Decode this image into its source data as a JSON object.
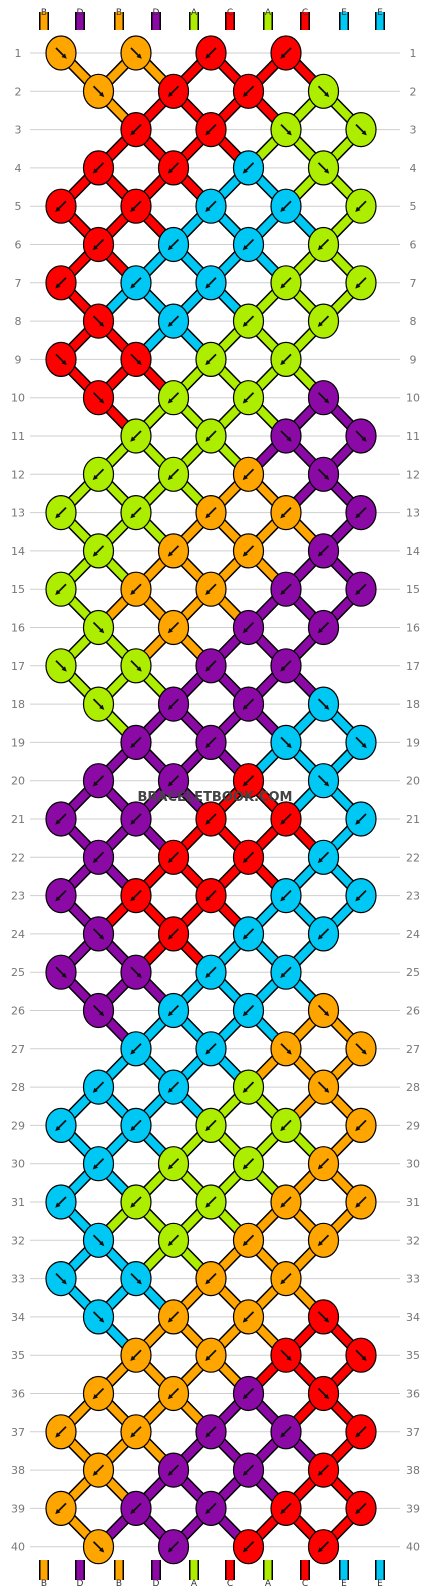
{
  "watermark": "BRACELETBOOK.COM",
  "colors": {
    "B": "#FFA500",
    "D": "#8B0AA5",
    "A": "#ADED00",
    "C": "#FF0000",
    "E": "#00C8F5"
  },
  "strands": [
    "B",
    "D",
    "B",
    "D",
    "A",
    "C",
    "A",
    "C",
    "E",
    "E"
  ],
  "row_labels": [
    "1",
    "2",
    "3",
    "4",
    "5",
    "6",
    "7",
    "8",
    "9",
    "10",
    "11",
    "12",
    "13",
    "14",
    "15",
    "16",
    "17",
    "18",
    "19",
    "20",
    "21",
    "22",
    "23",
    "24",
    "25",
    "26",
    "27",
    "28",
    "29",
    "30",
    "31",
    "32",
    "33",
    "34",
    "35",
    "36",
    "37",
    "38",
    "39",
    "40"
  ],
  "knots": [
    {
      "row": 1,
      "col": 0,
      "color": "B",
      "arrow": "se"
    },
    {
      "row": 1,
      "col": 2,
      "color": "B",
      "arrow": "se"
    },
    {
      "row": 1,
      "col": 4,
      "color": "C",
      "arrow": "sw"
    },
    {
      "row": 1,
      "col": 6,
      "color": "C",
      "arrow": "sw"
    },
    {
      "row": 2,
      "col": 1,
      "color": "B",
      "arrow": "se"
    },
    {
      "row": 2,
      "col": 3,
      "color": "C",
      "arrow": "sw"
    },
    {
      "row": 2,
      "col": 5,
      "color": "C",
      "arrow": "sw"
    },
    {
      "row": 2,
      "col": 7,
      "color": "A",
      "arrow": "se"
    },
    {
      "row": 3,
      "col": 2,
      "color": "C",
      "arrow": "sw"
    },
    {
      "row": 3,
      "col": 4,
      "color": "C",
      "arrow": "sw"
    },
    {
      "row": 3,
      "col": 6,
      "color": "A",
      "arrow": "se"
    },
    {
      "row": 3,
      "col": 8,
      "color": "A",
      "arrow": "se"
    },
    {
      "row": 4,
      "col": 1,
      "color": "C",
      "arrow": "sw"
    },
    {
      "row": 4,
      "col": 3,
      "color": "C",
      "arrow": "sw"
    },
    {
      "row": 4,
      "col": 5,
      "color": "E",
      "arrow": "sw"
    },
    {
      "row": 4,
      "col": 7,
      "color": "A",
      "arrow": "se"
    },
    {
      "row": 5,
      "col": 0,
      "color": "C",
      "arrow": "sw"
    },
    {
      "row": 5,
      "col": 2,
      "color": "C",
      "arrow": "sw"
    },
    {
      "row": 5,
      "col": 4,
      "color": "E",
      "arrow": "sw"
    },
    {
      "row": 5,
      "col": 6,
      "color": "E",
      "arrow": "sw"
    },
    {
      "row": 5,
      "col": 8,
      "color": "A",
      "arrow": "sw"
    },
    {
      "row": 6,
      "col": 1,
      "color": "C",
      "arrow": "sw"
    },
    {
      "row": 6,
      "col": 3,
      "color": "E",
      "arrow": "sw"
    },
    {
      "row": 6,
      "col": 5,
      "color": "E",
      "arrow": "sw"
    },
    {
      "row": 6,
      "col": 7,
      "color": "A",
      "arrow": "sw"
    },
    {
      "row": 7,
      "col": 0,
      "color": "C",
      "arrow": "sw"
    },
    {
      "row": 7,
      "col": 2,
      "color": "E",
      "arrow": "sw"
    },
    {
      "row": 7,
      "col": 4,
      "color": "E",
      "arrow": "sw"
    },
    {
      "row": 7,
      "col": 6,
      "color": "A",
      "arrow": "sw"
    },
    {
      "row": 7,
      "col": 8,
      "color": "A",
      "arrow": "sw"
    },
    {
      "row": 8,
      "col": 1,
      "color": "C",
      "arrow": "se"
    },
    {
      "row": 8,
      "col": 3,
      "color": "E",
      "arrow": "sw"
    },
    {
      "row": 8,
      "col": 5,
      "color": "A",
      "arrow": "sw"
    },
    {
      "row": 8,
      "col": 7,
      "color": "A",
      "arrow": "sw"
    },
    {
      "row": 9,
      "col": 0,
      "color": "C",
      "arrow": "se"
    },
    {
      "row": 9,
      "col": 2,
      "color": "C",
      "arrow": "se"
    },
    {
      "row": 9,
      "col": 4,
      "color": "A",
      "arrow": "sw"
    },
    {
      "row": 9,
      "col": 6,
      "color": "A",
      "arrow": "sw"
    },
    {
      "row": 10,
      "col": 1,
      "color": "C",
      "arrow": "se"
    },
    {
      "row": 10,
      "col": 3,
      "color": "A",
      "arrow": "sw"
    },
    {
      "row": 10,
      "col": 5,
      "color": "A",
      "arrow": "sw"
    },
    {
      "row": 10,
      "col": 7,
      "color": "D",
      "arrow": "se"
    },
    {
      "row": 11,
      "col": 2,
      "color": "A",
      "arrow": "sw"
    },
    {
      "row": 11,
      "col": 4,
      "color": "A",
      "arrow": "sw"
    },
    {
      "row": 11,
      "col": 6,
      "color": "D",
      "arrow": "se"
    },
    {
      "row": 11,
      "col": 8,
      "color": "D",
      "arrow": "se"
    },
    {
      "row": 12,
      "col": 1,
      "color": "A",
      "arrow": "sw"
    },
    {
      "row": 12,
      "col": 3,
      "color": "A",
      "arrow": "sw"
    },
    {
      "row": 12,
      "col": 5,
      "color": "B",
      "arrow": "sw"
    },
    {
      "row": 12,
      "col": 7,
      "color": "D",
      "arrow": "se"
    },
    {
      "row": 13,
      "col": 0,
      "color": "A",
      "arrow": "sw"
    },
    {
      "row": 13,
      "col": 2,
      "color": "A",
      "arrow": "sw"
    },
    {
      "row": 13,
      "col": 4,
      "color": "B",
      "arrow": "sw"
    },
    {
      "row": 13,
      "col": 6,
      "color": "B",
      "arrow": "sw"
    },
    {
      "row": 13,
      "col": 8,
      "color": "D",
      "arrow": "sw"
    },
    {
      "row": 14,
      "col": 1,
      "color": "A",
      "arrow": "sw"
    },
    {
      "row": 14,
      "col": 3,
      "color": "B",
      "arrow": "sw"
    },
    {
      "row": 14,
      "col": 5,
      "color": "B",
      "arrow": "sw"
    },
    {
      "row": 14,
      "col": 7,
      "color": "D",
      "arrow": "sw"
    },
    {
      "row": 15,
      "col": 0,
      "color": "A",
      "arrow": "sw"
    },
    {
      "row": 15,
      "col": 2,
      "color": "B",
      "arrow": "sw"
    },
    {
      "row": 15,
      "col": 4,
      "color": "B",
      "arrow": "sw"
    },
    {
      "row": 15,
      "col": 6,
      "color": "D",
      "arrow": "sw"
    },
    {
      "row": 15,
      "col": 8,
      "color": "D",
      "arrow": "sw"
    },
    {
      "row": 16,
      "col": 1,
      "color": "A",
      "arrow": "se"
    },
    {
      "row": 16,
      "col": 3,
      "color": "B",
      "arrow": "sw"
    },
    {
      "row": 16,
      "col": 5,
      "color": "D",
      "arrow": "sw"
    },
    {
      "row": 16,
      "col": 7,
      "color": "D",
      "arrow": "sw"
    },
    {
      "row": 17,
      "col": 0,
      "color": "A",
      "arrow": "se"
    },
    {
      "row": 17,
      "col": 2,
      "color": "A",
      "arrow": "se"
    },
    {
      "row": 17,
      "col": 4,
      "color": "D",
      "arrow": "sw"
    },
    {
      "row": 17,
      "col": 6,
      "color": "D",
      "arrow": "sw"
    },
    {
      "row": 18,
      "col": 1,
      "color": "A",
      "arrow": "se"
    },
    {
      "row": 18,
      "col": 3,
      "color": "D",
      "arrow": "sw"
    },
    {
      "row": 18,
      "col": 5,
      "color": "D",
      "arrow": "sw"
    },
    {
      "row": 18,
      "col": 7,
      "color": "E",
      "arrow": "se"
    },
    {
      "row": 19,
      "col": 2,
      "color": "D",
      "arrow": "sw"
    },
    {
      "row": 19,
      "col": 4,
      "color": "D",
      "arrow": "sw"
    },
    {
      "row": 19,
      "col": 6,
      "color": "E",
      "arrow": "se"
    },
    {
      "row": 19,
      "col": 8,
      "color": "E",
      "arrow": "se"
    },
    {
      "row": 20,
      "col": 1,
      "color": "D",
      "arrow": "sw"
    },
    {
      "row": 20,
      "col": 3,
      "color": "D",
      "arrow": "sw"
    },
    {
      "row": 20,
      "col": 5,
      "color": "C",
      "arrow": "sw"
    },
    {
      "row": 20,
      "col": 7,
      "color": "E",
      "arrow": "se"
    },
    {
      "row": 21,
      "col": 0,
      "color": "D",
      "arrow": "sw"
    },
    {
      "row": 21,
      "col": 2,
      "color": "D",
      "arrow": "sw"
    },
    {
      "row": 21,
      "col": 4,
      "color": "C",
      "arrow": "sw"
    },
    {
      "row": 21,
      "col": 6,
      "color": "C",
      "arrow": "sw"
    },
    {
      "row": 21,
      "col": 8,
      "color": "E",
      "arrow": "sw"
    },
    {
      "row": 22,
      "col": 1,
      "color": "D",
      "arrow": "sw"
    },
    {
      "row": 22,
      "col": 3,
      "color": "C",
      "arrow": "sw"
    },
    {
      "row": 22,
      "col": 5,
      "color": "C",
      "arrow": "sw"
    },
    {
      "row": 22,
      "col": 7,
      "color": "E",
      "arrow": "sw"
    },
    {
      "row": 23,
      "col": 0,
      "color": "D",
      "arrow": "sw"
    },
    {
      "row": 23,
      "col": 2,
      "color": "C",
      "arrow": "sw"
    },
    {
      "row": 23,
      "col": 4,
      "color": "C",
      "arrow": "sw"
    },
    {
      "row": 23,
      "col": 6,
      "color": "E",
      "arrow": "sw"
    },
    {
      "row": 23,
      "col": 8,
      "color": "E",
      "arrow": "sw"
    },
    {
      "row": 24,
      "col": 1,
      "color": "D",
      "arrow": "se"
    },
    {
      "row": 24,
      "col": 3,
      "color": "C",
      "arrow": "sw"
    },
    {
      "row": 24,
      "col": 5,
      "color": "E",
      "arrow": "sw"
    },
    {
      "row": 24,
      "col": 7,
      "color": "E",
      "arrow": "sw"
    },
    {
      "row": 25,
      "col": 0,
      "color": "D",
      "arrow": "se"
    },
    {
      "row": 25,
      "col": 2,
      "color": "D",
      "arrow": "se"
    },
    {
      "row": 25,
      "col": 4,
      "color": "E",
      "arrow": "sw"
    },
    {
      "row": 25,
      "col": 6,
      "color": "E",
      "arrow": "sw"
    },
    {
      "row": 26,
      "col": 1,
      "color": "D",
      "arrow": "se"
    },
    {
      "row": 26,
      "col": 3,
      "color": "E",
      "arrow": "sw"
    },
    {
      "row": 26,
      "col": 5,
      "color": "E",
      "arrow": "sw"
    },
    {
      "row": 26,
      "col": 7,
      "color": "B",
      "arrow": "se"
    },
    {
      "row": 27,
      "col": 2,
      "color": "E",
      "arrow": "sw"
    },
    {
      "row": 27,
      "col": 4,
      "color": "E",
      "arrow": "sw"
    },
    {
      "row": 27,
      "col": 6,
      "color": "B",
      "arrow": "se"
    },
    {
      "row": 27,
      "col": 8,
      "color": "B",
      "arrow": "se"
    },
    {
      "row": 28,
      "col": 1,
      "color": "E",
      "arrow": "sw"
    },
    {
      "row": 28,
      "col": 3,
      "color": "E",
      "arrow": "sw"
    },
    {
      "row": 28,
      "col": 5,
      "color": "A",
      "arrow": "sw"
    },
    {
      "row": 28,
      "col": 7,
      "color": "B",
      "arrow": "se"
    },
    {
      "row": 29,
      "col": 0,
      "color": "E",
      "arrow": "sw"
    },
    {
      "row": 29,
      "col": 2,
      "color": "E",
      "arrow": "sw"
    },
    {
      "row": 29,
      "col": 4,
      "color": "A",
      "arrow": "sw"
    },
    {
      "row": 29,
      "col": 6,
      "color": "A",
      "arrow": "sw"
    },
    {
      "row": 29,
      "col": 8,
      "color": "B",
      "arrow": "sw"
    },
    {
      "row": 30,
      "col": 1,
      "color": "E",
      "arrow": "sw"
    },
    {
      "row": 30,
      "col": 3,
      "color": "A",
      "arrow": "sw"
    },
    {
      "row": 30,
      "col": 5,
      "color": "A",
      "arrow": "sw"
    },
    {
      "row": 30,
      "col": 7,
      "color": "B",
      "arrow": "sw"
    },
    {
      "row": 31,
      "col": 0,
      "color": "E",
      "arrow": "sw"
    },
    {
      "row": 31,
      "col": 2,
      "color": "A",
      "arrow": "sw"
    },
    {
      "row": 31,
      "col": 4,
      "color": "A",
      "arrow": "sw"
    },
    {
      "row": 31,
      "col": 6,
      "color": "B",
      "arrow": "sw"
    },
    {
      "row": 31,
      "col": 8,
      "color": "B",
      "arrow": "sw"
    },
    {
      "row": 32,
      "col": 1,
      "color": "E",
      "arrow": "se"
    },
    {
      "row": 32,
      "col": 3,
      "color": "A",
      "arrow": "sw"
    },
    {
      "row": 32,
      "col": 5,
      "color": "B",
      "arrow": "sw"
    },
    {
      "row": 32,
      "col": 7,
      "color": "B",
      "arrow": "sw"
    },
    {
      "row": 33,
      "col": 0,
      "color": "E",
      "arrow": "se"
    },
    {
      "row": 33,
      "col": 2,
      "color": "E",
      "arrow": "se"
    },
    {
      "row": 33,
      "col": 4,
      "color": "B",
      "arrow": "sw"
    },
    {
      "row": 33,
      "col": 6,
      "color": "B",
      "arrow": "sw"
    },
    {
      "row": 34,
      "col": 1,
      "color": "E",
      "arrow": "se"
    },
    {
      "row": 34,
      "col": 3,
      "color": "B",
      "arrow": "sw"
    },
    {
      "row": 34,
      "col": 5,
      "color": "B",
      "arrow": "sw"
    },
    {
      "row": 34,
      "col": 7,
      "color": "C",
      "arrow": "se"
    },
    {
      "row": 35,
      "col": 2,
      "color": "B",
      "arrow": "sw"
    },
    {
      "row": 35,
      "col": 4,
      "color": "B",
      "arrow": "sw"
    },
    {
      "row": 35,
      "col": 6,
      "color": "C",
      "arrow": "se"
    },
    {
      "row": 35,
      "col": 8,
      "color": "C",
      "arrow": "se"
    },
    {
      "row": 36,
      "col": 1,
      "color": "B",
      "arrow": "sw"
    },
    {
      "row": 36,
      "col": 3,
      "color": "B",
      "arrow": "sw"
    },
    {
      "row": 36,
      "col": 5,
      "color": "D",
      "arrow": "sw"
    },
    {
      "row": 36,
      "col": 7,
      "color": "C",
      "arrow": "se"
    },
    {
      "row": 37,
      "col": 0,
      "color": "B",
      "arrow": "sw"
    },
    {
      "row": 37,
      "col": 2,
      "color": "B",
      "arrow": "sw"
    },
    {
      "row": 37,
      "col": 4,
      "color": "D",
      "arrow": "sw"
    },
    {
      "row": 37,
      "col": 6,
      "color": "D",
      "arrow": "sw"
    },
    {
      "row": 37,
      "col": 8,
      "color": "C",
      "arrow": "sw"
    },
    {
      "row": 38,
      "col": 1,
      "color": "B",
      "arrow": "sw"
    },
    {
      "row": 38,
      "col": 3,
      "color": "D",
      "arrow": "sw"
    },
    {
      "row": 38,
      "col": 5,
      "color": "D",
      "arrow": "sw"
    },
    {
      "row": 38,
      "col": 7,
      "color": "C",
      "arrow": "sw"
    },
    {
      "row": 39,
      "col": 0,
      "color": "B",
      "arrow": "sw"
    },
    {
      "row": 39,
      "col": 2,
      "color": "D",
      "arrow": "sw"
    },
    {
      "row": 39,
      "col": 4,
      "color": "D",
      "arrow": "sw"
    },
    {
      "row": 39,
      "col": 6,
      "color": "C",
      "arrow": "sw"
    },
    {
      "row": 39,
      "col": 8,
      "color": "C",
      "arrow": "sw"
    },
    {
      "row": 40,
      "col": 1,
      "color": "B",
      "arrow": "se"
    },
    {
      "row": 40,
      "col": 3,
      "color": "D",
      "arrow": "sw"
    },
    {
      "row": 40,
      "col": 5,
      "color": "C",
      "arrow": "sw"
    },
    {
      "row": 40,
      "col": 7,
      "color": "C",
      "arrow": "sw"
    }
  ]
}
